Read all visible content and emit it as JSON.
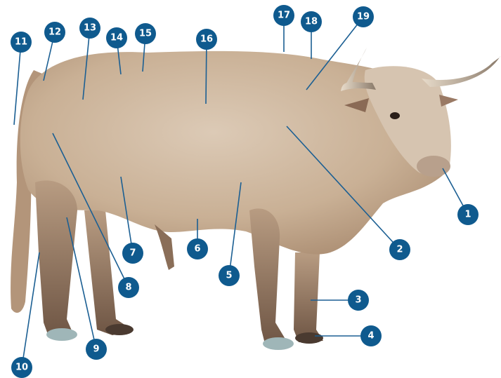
{
  "colors": {
    "badge": "#0f5a8e",
    "leader": "#1b5f93",
    "hide_light": "#d9c7b2",
    "hide_mid": "#c7ad92",
    "hide_dark": "#a8896f",
    "hoof": "#9fb6b8"
  },
  "labels": [
    {
      "num": "1"
    },
    {
      "num": "2"
    },
    {
      "num": "3"
    },
    {
      "num": "4"
    },
    {
      "num": "5"
    },
    {
      "num": "6"
    },
    {
      "num": "7"
    },
    {
      "num": "8"
    },
    {
      "num": "9"
    },
    {
      "num": "10"
    },
    {
      "num": "11"
    },
    {
      "num": "12"
    },
    {
      "num": "13"
    },
    {
      "num": "14"
    },
    {
      "num": "15"
    },
    {
      "num": "16"
    },
    {
      "num": "17"
    },
    {
      "num": "18"
    },
    {
      "num": "19"
    }
  ]
}
